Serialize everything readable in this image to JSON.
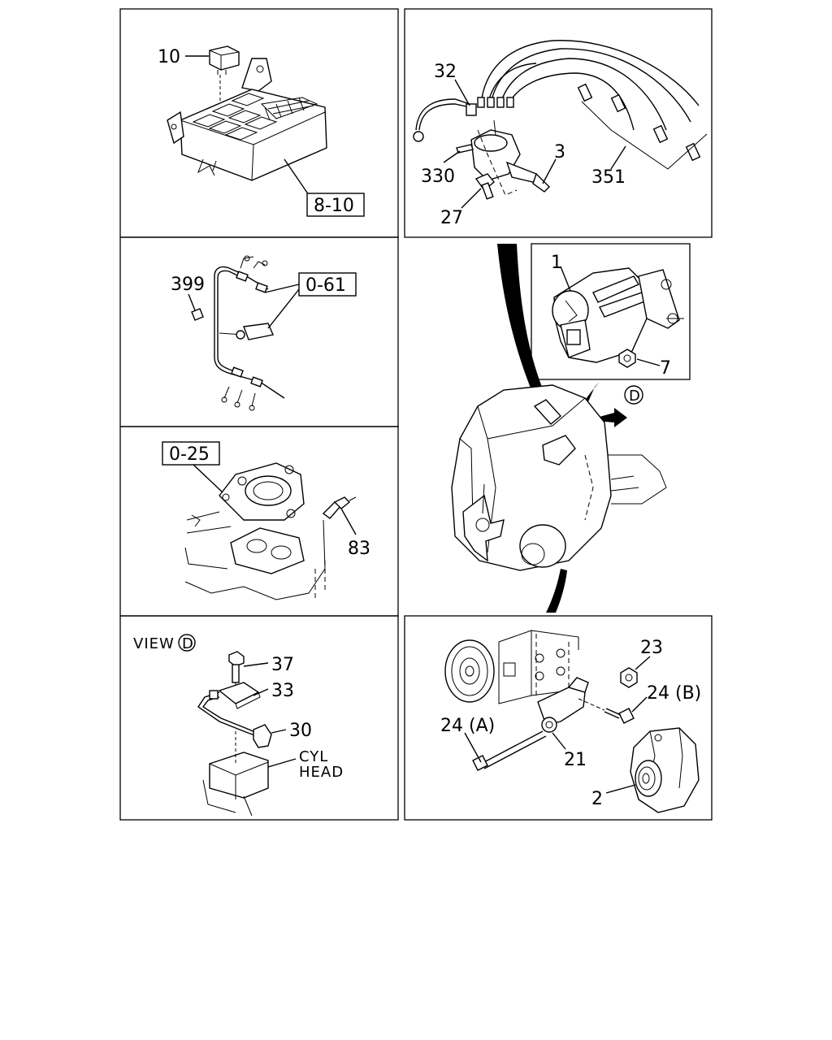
{
  "diagram": {
    "labels": {
      "p10": "10",
      "p8_10": "8-10",
      "p32": "32",
      "p3": "3",
      "p330": "330",
      "p27": "27",
      "p351": "351",
      "p399": "399",
      "p0_61": "0-61",
      "p1": "1",
      "p7": "7",
      "pD_arrow": "D",
      "p0_25": "0-25",
      "p83": "83",
      "view": "VIEW",
      "viewD": "D",
      "p37": "37",
      "p33": "33",
      "p30": "30",
      "cyl": "CYL",
      "head": "HEAD",
      "p23": "23",
      "p24b": "24 (B)",
      "p24a": "24 (A)",
      "p21": "21",
      "p2": "2"
    }
  }
}
